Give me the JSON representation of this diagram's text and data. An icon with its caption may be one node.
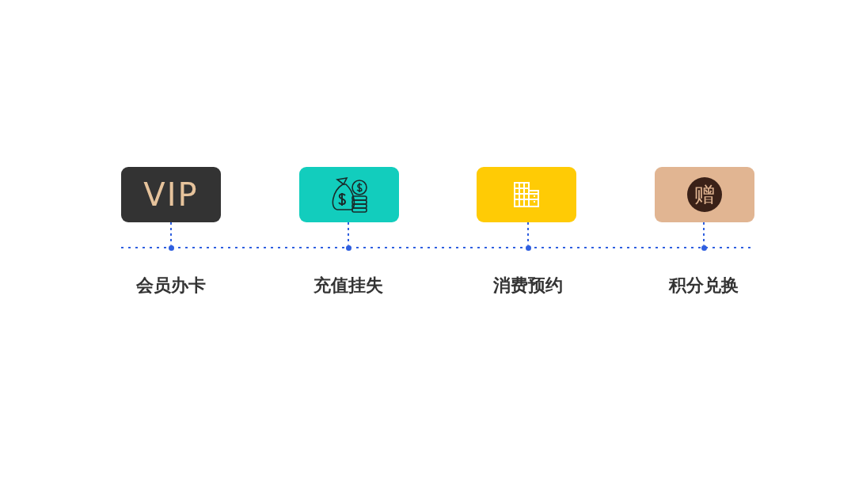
{
  "diagram": {
    "nodes": [
      {
        "text": [
          "VIP"
        ]
      },
      {
        "text": [],
        "shape": "box"
      },
      {
        "text": [],
        "shape": "box"
      },
      {
        "text": [
          "赠"
        ]
      },
      {
        "text": [],
        "shape": "circle",
        "beside": [
          "会员办卡"
        ]
      },
      {
        "text": [],
        "shape": "circle",
        "beside": [
          "充值挂失"
        ]
      },
      {
        "text": [],
        "shape": "circle",
        "beside": [
          "消费预约"
        ]
      },
      {
        "text": [],
        "shape": "circle",
        "beside": [
          "积分兑换"
        ]
      }
    ],
    "edges": [
      {
        "from": 0,
        "to": 4,
        "arrow": "none",
        "style": "dashed"
      },
      {
        "from": 1,
        "to": 5,
        "arrow": "none",
        "style": "dashed"
      },
      {
        "from": 2,
        "to": 6,
        "arrow": "none",
        "style": "dashed"
      },
      {
        "from": 3,
        "to": 7,
        "arrow": "none",
        "style": "dashed"
      }
    ]
  }
}
